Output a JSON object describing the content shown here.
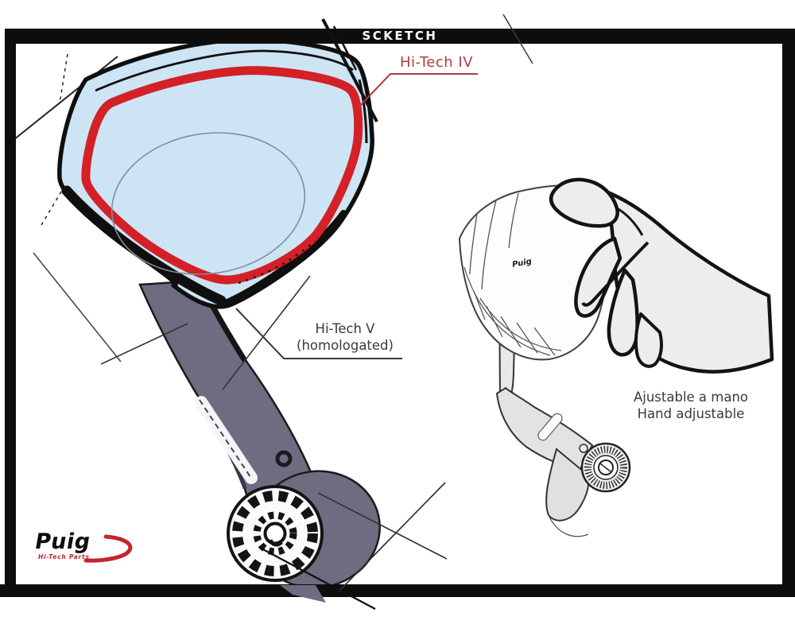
{
  "title": "SCKETCH",
  "labels": {
    "part_top": "Hi-Tech IV",
    "part_main_line1": "Hi-Tech V",
    "part_main_line2": "(homologated)",
    "adjust_line1": "Ajustable a mano",
    "adjust_line2": "Hand adjustable"
  },
  "logo": {
    "brand": "Puig",
    "tagline": "Hi-Tech Parts",
    "housing_mark": "Puig"
  },
  "colors": {
    "frame_black": "#0d0d0d",
    "glass_blue": "#cde4f4",
    "ring_red": "#d42027",
    "label_red": "#b23b42",
    "leader_red": "#ad3b41",
    "stem_gray": "#6f6b81",
    "hand_gray": "#ededed",
    "arm_gray": "#e3e3e3",
    "ink": "#141414"
  }
}
